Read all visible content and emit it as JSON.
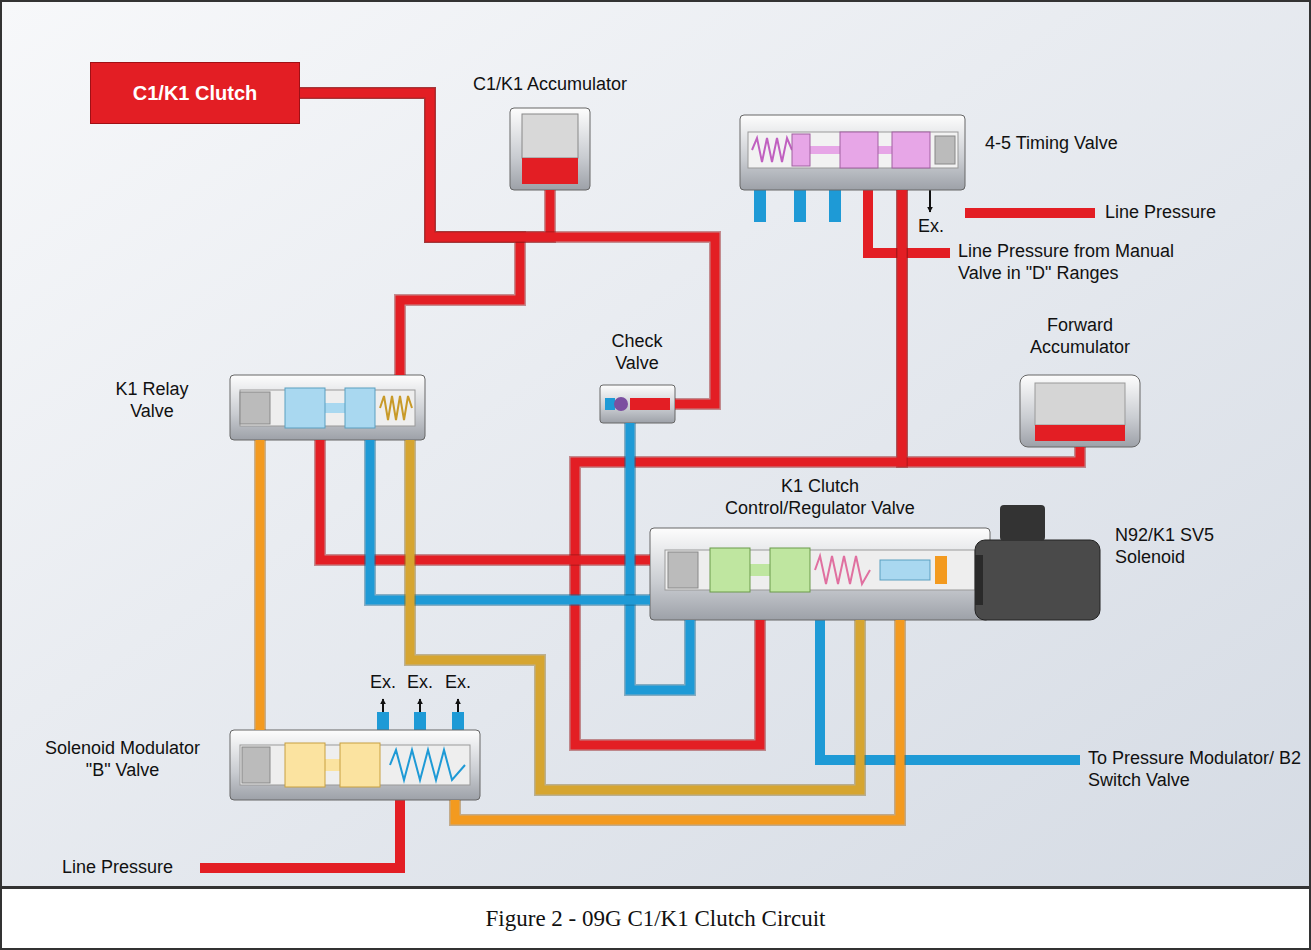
{
  "diagram": {
    "caption": "Figure 2 - 09G C1/K1 Clutch Circuit",
    "nodes": [
      {
        "text": [
          "C1/K1 Clutch"
        ]
      },
      {
        "text": [
          "C1/K1 Accumulator"
        ]
      },
      {
        "text": [
          "4-5 Timing Valve"
        ]
      },
      {
        "text": [
          "Check Valve"
        ]
      },
      {
        "text": [
          "Forward Accumulator"
        ]
      },
      {
        "text": [
          "K1 Relay Valve"
        ]
      },
      {
        "text": [
          "K1 Clutch Control/Regulator Valve"
        ]
      },
      {
        "text": [
          "N92/K1 SV5 Solenoid"
        ]
      },
      {
        "text": [
          "Solenoid Modulator \"B\" Valve"
        ]
      }
    ],
    "edges": [
      {
        "from": 5,
        "to": 0,
        "arrow": "none"
      },
      {
        "from": 1,
        "to": 0,
        "arrow": "none"
      },
      {
        "from": 3,
        "to": 0,
        "arrow": "none"
      },
      {
        "from": 2,
        "to": 4,
        "arrow": "none"
      },
      {
        "from": 2,
        "to": 6,
        "arrow": "none"
      },
      {
        "from": 6,
        "to": 5,
        "arrow": "none"
      },
      {
        "from": 6,
        "to": 3,
        "arrow": "none"
      },
      {
        "from": 6,
        "to": 5,
        "arrow": "none"
      },
      {
        "from": 8,
        "to": 6,
        "arrow": "none"
      },
      {
        "from": 8,
        "to": 5,
        "arrow": "none"
      },
      {
        "from": 5,
        "to": 6,
        "arrow": "none"
      }
    ],
    "labels": [
      "Line Pressure",
      "Ex.",
      "Line Pressure from Manual Valve in \"D\" Ranges",
      "Ex.",
      "Ex.",
      "Ex.",
      "To Pressure Modulator/ B2 Switch Valve",
      "Line Pressure"
    ]
  }
}
